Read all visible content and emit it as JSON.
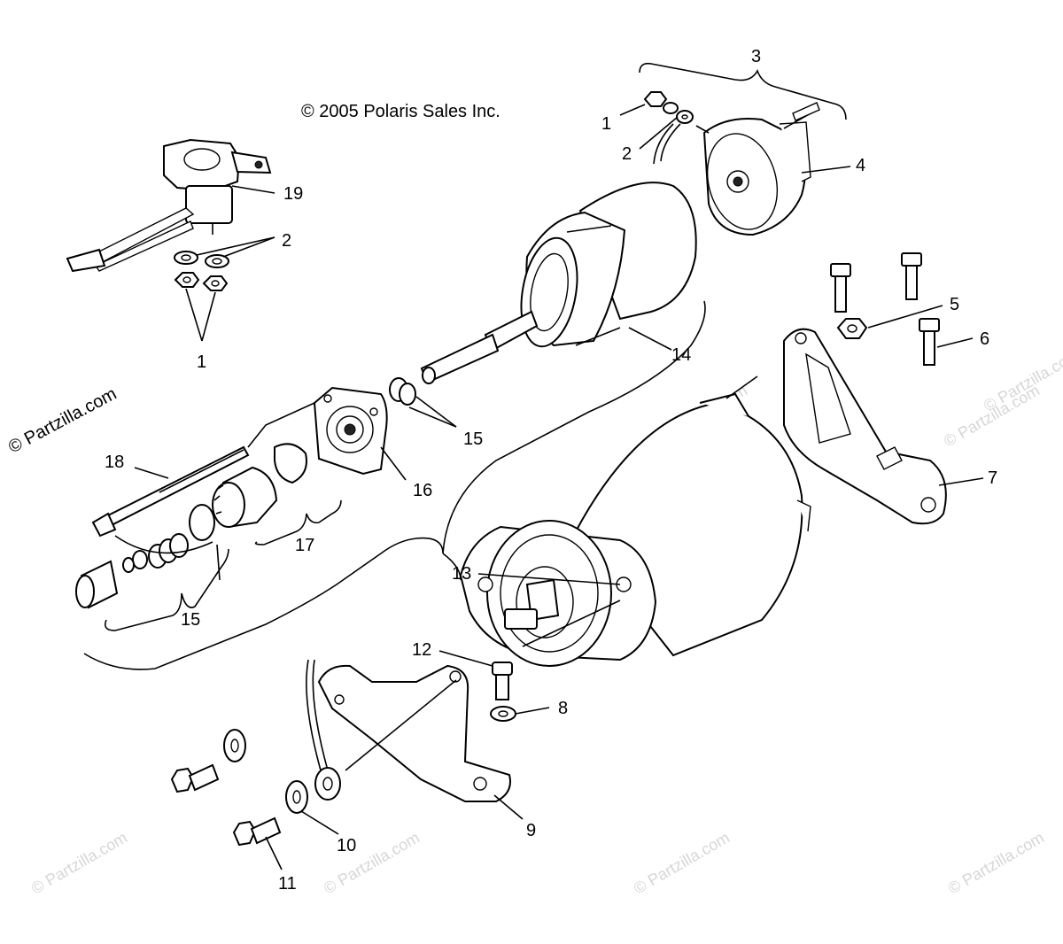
{
  "copyright": "© 2005 Polaris Sales Inc.",
  "side_watermark": "© Partzilla.com",
  "watermarks": [
    "© Partzilla.com",
    "© Partzilla.com",
    "© Partzilla.com",
    "© Partzilla.com",
    "© Partzilla.com",
    "© Partzilla.com",
    "© Partzilla.com"
  ],
  "callouts": [
    "3",
    "1",
    "2",
    "4",
    "19",
    "2",
    "1",
    "14",
    "5",
    "6",
    "15",
    "16",
    "18",
    "7",
    "17",
    "13",
    "15",
    "12",
    "8",
    "9",
    "10",
    "11"
  ]
}
